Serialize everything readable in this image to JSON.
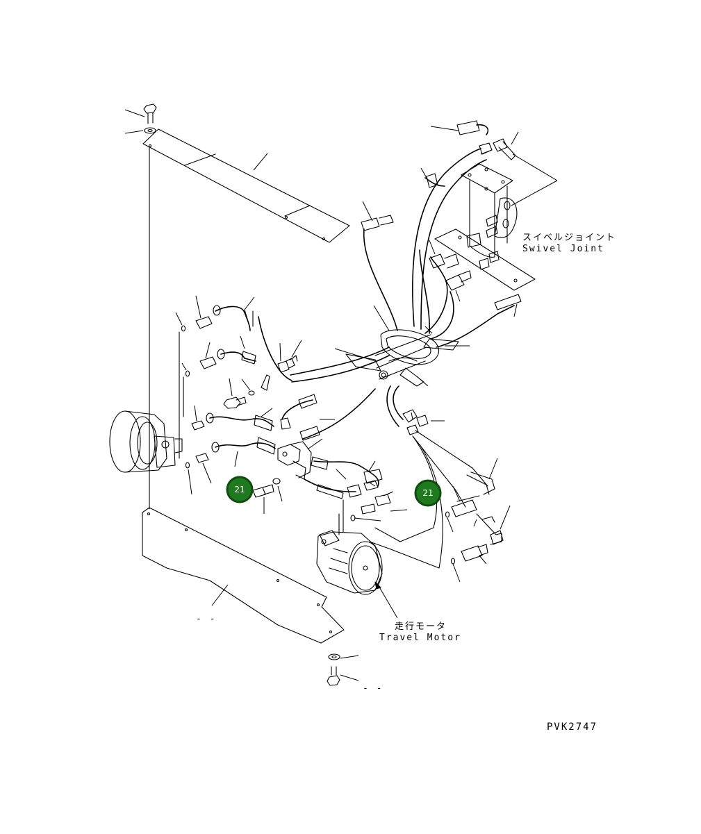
{
  "labels": {
    "swivel_joint_jp": "スイベルジョイント",
    "swivel_joint_en": "Swivel Joint",
    "travel_motor_jp": "走行モータ",
    "travel_motor_en": "Travel Motor",
    "drawing_code": "PVK2747"
  },
  "callouts": [
    {
      "id": "callout-1",
      "label": "21"
    },
    {
      "id": "callout-2",
      "label": "21"
    }
  ],
  "colors": {
    "callout_fill": "#1f7a1f",
    "line": "#000000",
    "background": "#ffffff"
  }
}
